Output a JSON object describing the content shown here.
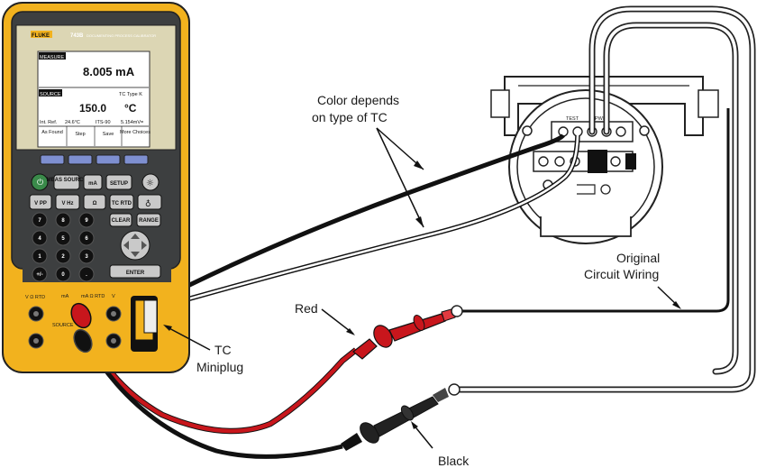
{
  "calibrator": {
    "brand": "FLUKE",
    "model": "743B",
    "subtitle": "DOCUMENTING PROCESS CALIBRATOR",
    "screen": {
      "measure_label": "MEASURE",
      "measure_value": "8.005 mA",
      "source_label": "SOURCE",
      "tc_type": "TC Type K",
      "source_value": "150.0",
      "source_unit": "°C",
      "int_ref": "Int. Ref.",
      "int_ref_value": "24.6°C",
      "its": "ITS-90",
      "mv": "5.154mV=",
      "softkeys": [
        "As Found",
        "Step",
        "Save",
        "More Choices"
      ]
    },
    "keys": {
      "meas_source": "MEAS SOURCE",
      "ma": "mA",
      "setup": "SETUP",
      "vpp": "V PP",
      "vhz": "V Hz",
      "ohm": "Ω",
      "tc_rtd": "TC RTD",
      "clear": "CLEAR",
      "range": "RANGE",
      "enter": "ENTER",
      "digits": [
        "7",
        "8",
        "9",
        "4",
        "5",
        "6",
        "1",
        "2",
        "3",
        "+/-",
        "0",
        "."
      ]
    },
    "jacks": {
      "v_rtd": "V Ω RTD",
      "ma": "mA",
      "ma_rtd": "mA Ω RTD",
      "v": "V",
      "source": "SOURCE"
    }
  },
  "transmitter": {
    "terminal_label": "TEST",
    "terminal_label_2": "PWR"
  },
  "labels": {
    "color_depends_1": "Color depends",
    "color_depends_2": "on type of TC",
    "original_1": "Original",
    "original_2": "Circuit Wiring",
    "red": "Red",
    "tc_1": "TC",
    "tc_2": "Miniplug",
    "black": "Black"
  },
  "colors": {
    "calibrator_body": "#f2b21e",
    "red_lead": "#c8161c",
    "black_lead": "#111111"
  }
}
